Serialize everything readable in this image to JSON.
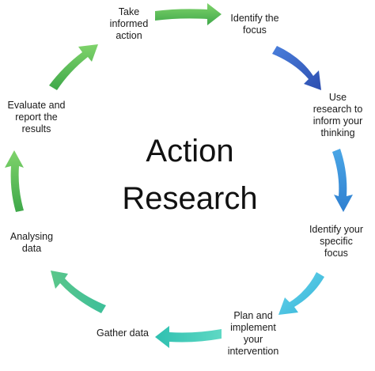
{
  "center": {
    "line1": "Action",
    "line2": "Research"
  },
  "stages": [
    {
      "id": "take-informed-action",
      "label": "Take\ninformed\naction"
    },
    {
      "id": "identify-focus",
      "label": "Identify the\nfocus"
    },
    {
      "id": "use-research",
      "label": "Use\nresearch to\ninform your\nthinking"
    },
    {
      "id": "identify-specific-focus",
      "label": "Identify your\nspecific\nfocus"
    },
    {
      "id": "plan-implement",
      "label": "Plan and\nimplement\nyour\nintervention"
    },
    {
      "id": "gather-data",
      "label": "Gather data"
    },
    {
      "id": "analysing-data",
      "label": "Analysing\ndata"
    },
    {
      "id": "evaluate-report",
      "label": "Evaluate and\nreport the\nresults"
    }
  ],
  "colors": {
    "green": "#5cb85c",
    "blue_dark": "#3b63c4",
    "blue_mid": "#4a8fdc",
    "cyan": "#3fb8d8",
    "teal": "#3cc7b3"
  }
}
